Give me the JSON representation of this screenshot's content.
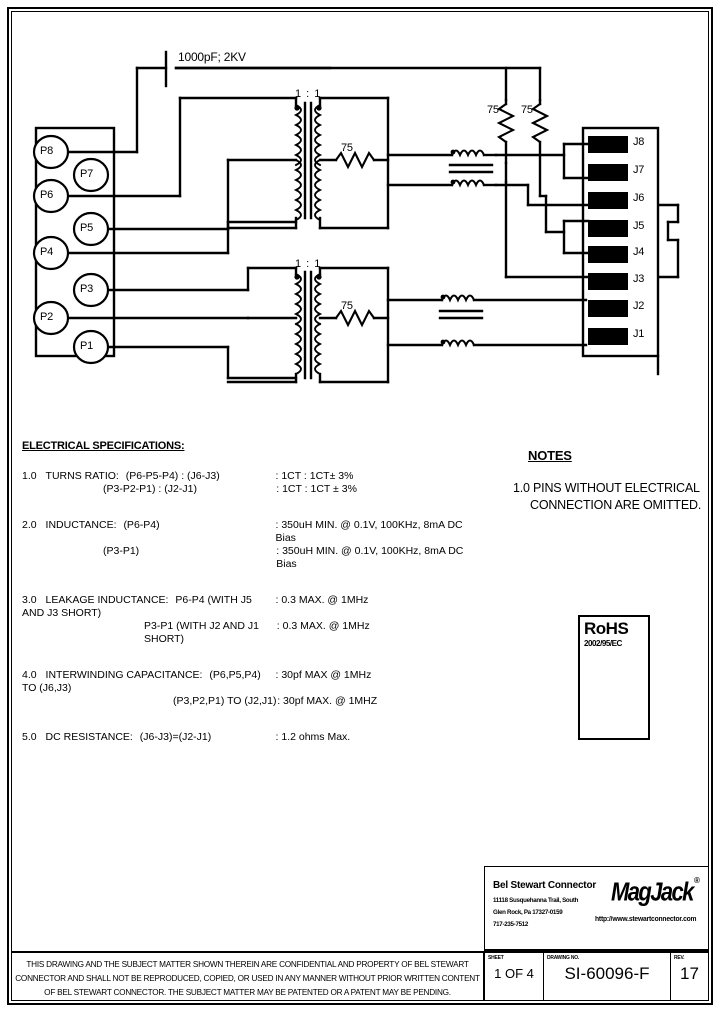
{
  "document": {
    "type": "electrical-schematic",
    "title": "SI-60096-F RJ45 MagJack Transformer Module Schematic"
  },
  "schematic": {
    "capacitor_label": "1000pF; 2KV",
    "transformer_ratio_top": "1 : 1",
    "transformer_ratio_bottom": "1 : 1",
    "resistor_top_transformer": "75",
    "resistor_bottom_transformer": "75",
    "resistor_term_left": "75",
    "resistor_term_right": "75",
    "pins": [
      {
        "label": "P8"
      },
      {
        "label": "P7"
      },
      {
        "label": "P6"
      },
      {
        "label": "P5"
      },
      {
        "label": "P4"
      },
      {
        "label": "P3"
      },
      {
        "label": "P2"
      },
      {
        "label": "P1"
      }
    ],
    "jack_contacts": [
      {
        "label": "J8"
      },
      {
        "label": "J7"
      },
      {
        "label": "J6"
      },
      {
        "label": "J5"
      },
      {
        "label": "J4"
      },
      {
        "label": "J3"
      },
      {
        "label": "J2"
      },
      {
        "label": "J1"
      }
    ]
  },
  "specifications": {
    "heading": "ELECTRICAL SPECIFICATIONS:",
    "items": [
      {
        "number": "1.0",
        "name": "TURNS RATIO:",
        "rows": [
          {
            "left": "(P6-P5-P4) : (J6-J3)",
            "right": ": 1CT : 1CT± 3%"
          },
          {
            "left": "(P3-P2-P1) : (J2-J1)",
            "right": ": 1CT : 1CT ± 3%"
          }
        ]
      },
      {
        "number": "2.0",
        "name": "INDUCTANCE:",
        "rows": [
          {
            "left": "(P6-P4)",
            "right": ": 350uH MIN. @ 0.1V, 100KHz, 8mA DC Bias"
          },
          {
            "left": "(P3-P1)",
            "right": ": 350uH MIN. @ 0.1V, 100KHz, 8mA DC Bias"
          }
        ]
      },
      {
        "number": "3.0",
        "name": "LEAKAGE INDUCTANCE:",
        "rows": [
          {
            "left": "P6-P4 (WITH J5 AND J3 SHORT)",
            "right": ": 0.3 MAX. @ 1MHz"
          },
          {
            "left": "P3-P1 (WITH J2 AND J1 SHORT)",
            "right": ": 0.3 MAX. @ 1MHz"
          }
        ]
      },
      {
        "number": "4.0",
        "name": "INTERWINDING CAPACITANCE:",
        "rows": [
          {
            "left": "(P6,P5,P4) TO (J6,J3)",
            "right": ": 30pf MAX @ 1MHz"
          },
          {
            "left": "(P3,P2,P1) TO (J2,J1)",
            "right": ": 30pf MAX. @ 1MHZ"
          }
        ]
      },
      {
        "number": "5.0",
        "name": "DC RESISTANCE:",
        "rows": [
          {
            "left": "(J6-J3)=(J2-J1)",
            "right": ": 1.2 ohms Max."
          }
        ]
      }
    ]
  },
  "notes": {
    "heading": "NOTES",
    "lines": [
      "1.0 PINS WITHOUT ELECTRICAL",
      "CONNECTION ARE OMITTED."
    ]
  },
  "rohs": {
    "label": "RoHS",
    "directive": "2002/95/EC"
  },
  "title_block": {
    "company": "Bel Stewart Connector",
    "address_line1": "11118 Susquehanna Trail, South",
    "address_line2": "Glen Rock, Pa 17327-0159",
    "address_line3": "717-235-7512",
    "brand": "MagJack",
    "brand_mark": "®",
    "website": "http://www.stewartconnector.com"
  },
  "legal": {
    "line1": "THIS DRAWING AND THE SUBJECT MATTER SHOWN THEREIN ARE CONFIDENTIAL AND PROPERTY OF BEL STEWART",
    "line2": "CONNECTOR AND SHALL NOT BE REPRODUCED, COPIED, OR USED IN ANY MANNER WITHOUT PRIOR WRITTEN CONTENT",
    "line3": "OF BEL STEWART CONNECTOR.  THE SUBJECT MATTER MAY BE PATENTED OR A PATENT MAY BE PENDING."
  },
  "revision_block": {
    "sheet_caption": "SHEET",
    "sheet_value": "1 OF 4",
    "drawing_caption": "DRAWING NO.",
    "drawing_value": "SI-60096-F",
    "rev_caption": "REV.",
    "rev_value": "17"
  }
}
